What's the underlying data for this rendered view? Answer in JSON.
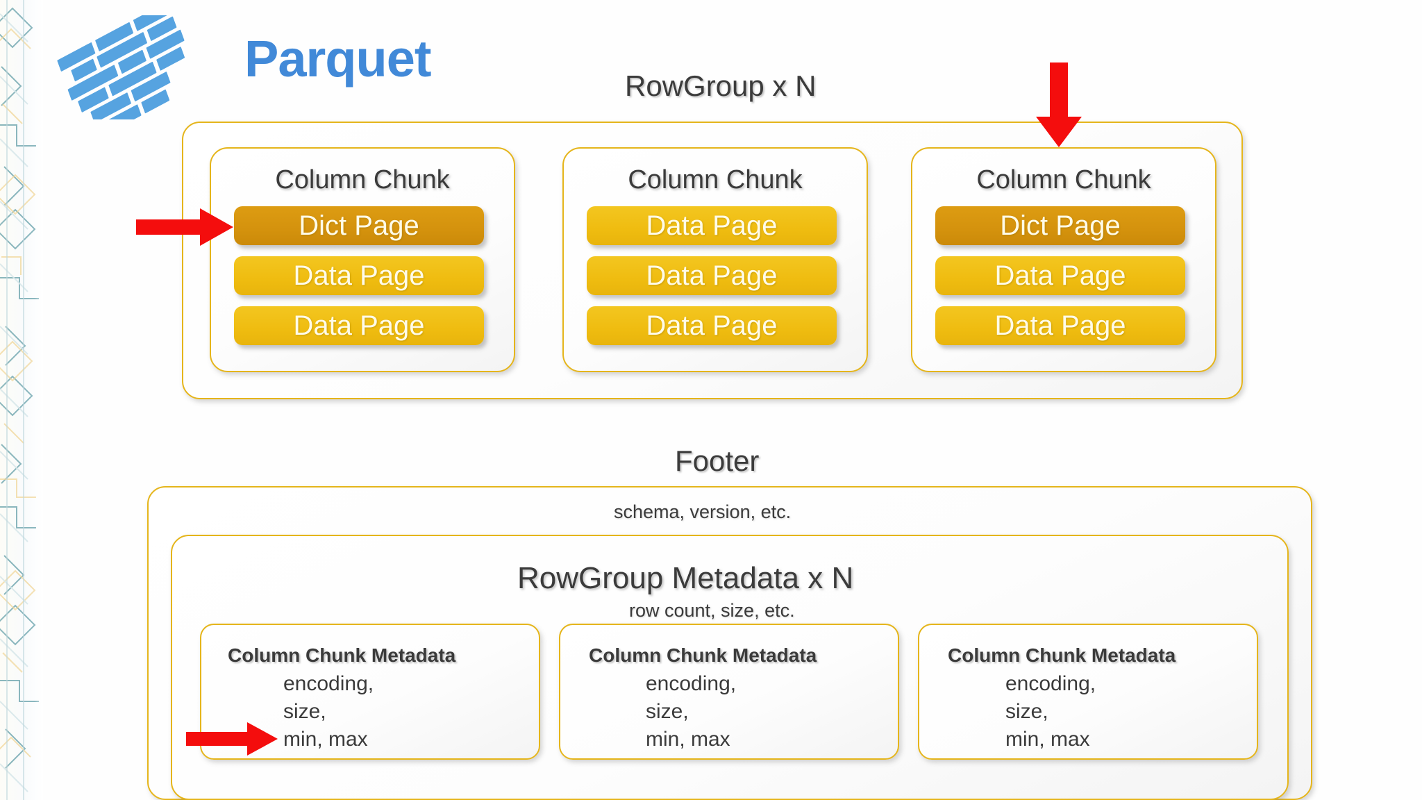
{
  "brand": {
    "title": "Parquet",
    "logo_name": "parquet-logo",
    "accent_blue": "#4189d8",
    "amber_border": "#e5b51b",
    "data_page_color": "#efbc10",
    "dict_page_color": "#d4920d",
    "arrow_color": "#f40d0d",
    "text_color": "#3b3b3b"
  },
  "rowgroup": {
    "caption": "RowGroup x N",
    "column_chunks": [
      {
        "title": "Column Chunk",
        "pages": [
          {
            "label": "Dict Page",
            "kind": "dict"
          },
          {
            "label": "Data Page",
            "kind": "data"
          },
          {
            "label": "Data Page",
            "kind": "data"
          }
        ]
      },
      {
        "title": "Column Chunk",
        "pages": [
          {
            "label": "Data Page",
            "kind": "data"
          },
          {
            "label": "Data Page",
            "kind": "data"
          },
          {
            "label": "Data Page",
            "kind": "data"
          }
        ]
      },
      {
        "title": "Column Chunk",
        "pages": [
          {
            "label": "Dict Page",
            "kind": "dict"
          },
          {
            "label": "Data Page",
            "kind": "data"
          },
          {
            "label": "Data Page",
            "kind": "data"
          }
        ]
      }
    ]
  },
  "footer": {
    "caption": "Footer",
    "schema_note": "schema, version, etc.",
    "rowgroup_metadata_title": "RowGroup Metadata  x N",
    "rowgroup_metadata_note": "row count, size, etc.",
    "column_chunk_metadata": [
      {
        "title": "Column Chunk Metadata",
        "lines": [
          "encoding,",
          "size,",
          "min, max"
        ]
      },
      {
        "title": "Column Chunk Metadata",
        "lines": [
          "encoding,",
          "size,",
          "min, max"
        ]
      },
      {
        "title": "Column Chunk Metadata",
        "lines": [
          "encoding,",
          "size,",
          "min, max"
        ]
      }
    ]
  },
  "annotations": {
    "arrow_dict_page": "right-arrow-icon",
    "arrow_rowgroup_third_chunk": "down-arrow-icon",
    "arrow_min_max": "right-arrow-icon"
  }
}
